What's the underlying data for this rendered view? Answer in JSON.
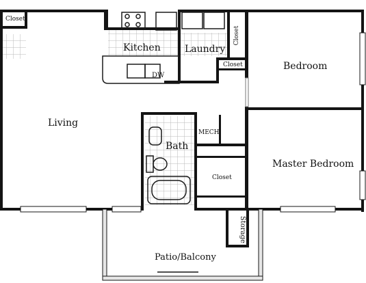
{
  "rooms": {
    "closet_top": "Closet",
    "kitchen": "Kitchen",
    "laundry": "Laundry",
    "closet_laundry": "Closet",
    "closet_small": "Closet",
    "bedroom": "Bedroom",
    "dishwasher": "DW",
    "living": "Living",
    "mech": "MECH",
    "bath": "Bath",
    "master_bedroom": "Master Bedroom",
    "closet_master": "Closet",
    "storage": "Storage",
    "patio": "Patio/Balcony"
  },
  "colors": {
    "wall": "#141414",
    "tile": "#b9b9b9",
    "window": "#9a9a9a",
    "fixture": "#1a1a1a"
  }
}
